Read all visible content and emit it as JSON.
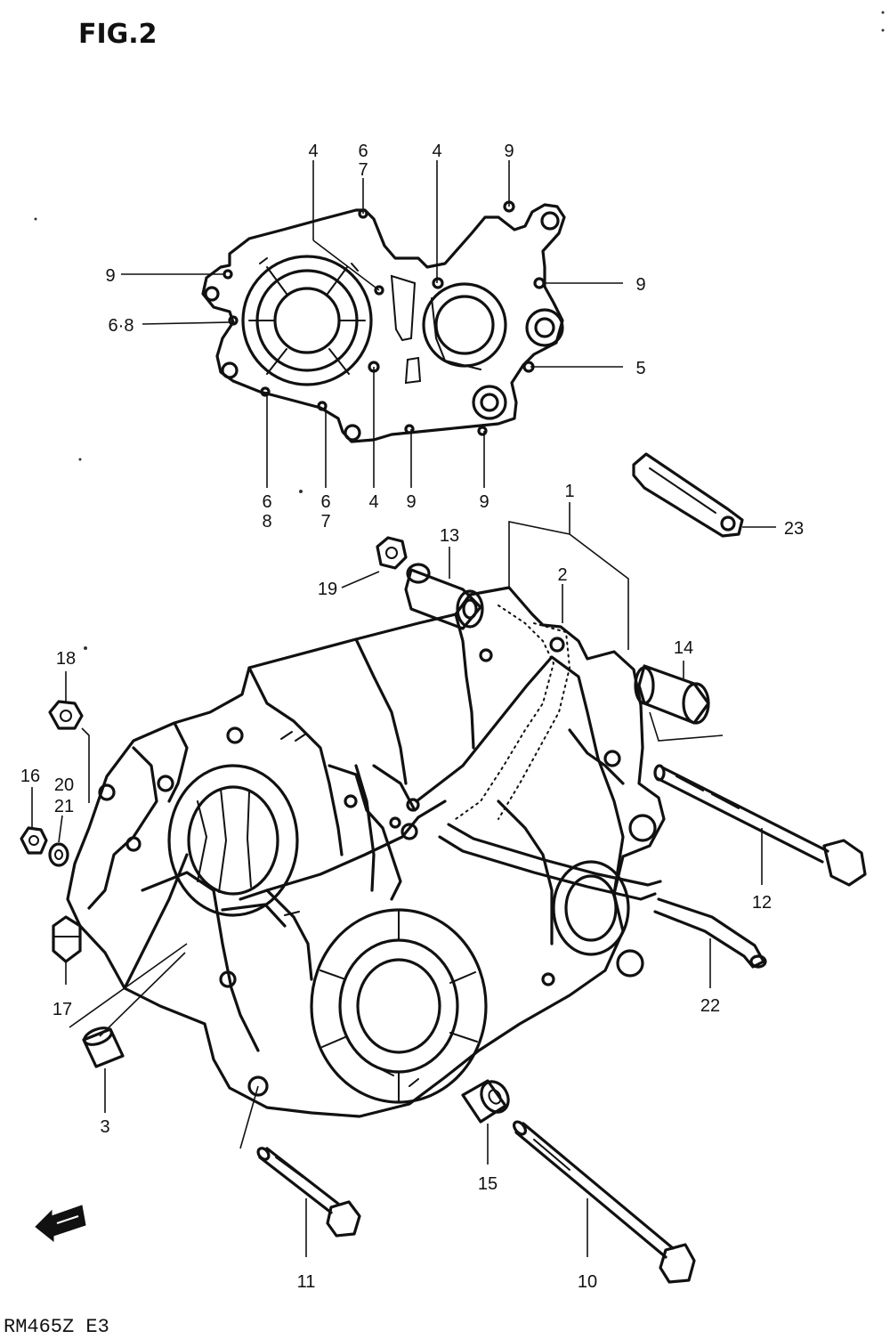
{
  "figure": {
    "title": "FIG.2",
    "model_code": "RM465Z  E3"
  },
  "callouts": {
    "c4a": "4",
    "c67a": "6",
    "c67b": "7",
    "c4b": "4",
    "c9a": "9",
    "c9_left": "9",
    "c68_left": "6·8",
    "c9_right": "9",
    "c5": "5",
    "c6b_top": "6",
    "c8b": "8",
    "c6c_top": "6",
    "c7c": "7",
    "c4c": "4",
    "c9b": "9",
    "c9c": "9",
    "c1": "1",
    "c2": "2",
    "c13": "13",
    "c19": "19",
    "c23": "23",
    "c14": "14",
    "c18": "18",
    "c16": "16",
    "c20": "20",
    "c21": "21",
    "c17": "17",
    "c3": "3",
    "c12": "12",
    "c22": "22",
    "c15": "15",
    "c11": "11",
    "c10": "10"
  },
  "icons": {
    "direction_arrow": "front-arrow-icon"
  }
}
